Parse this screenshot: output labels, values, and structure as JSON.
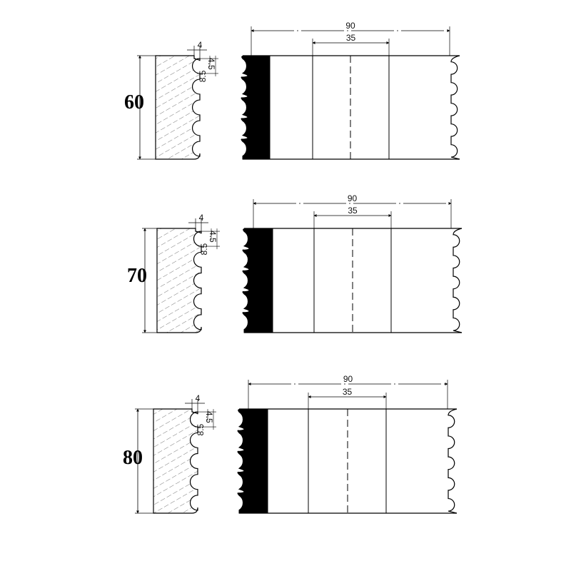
{
  "panels": [
    {
      "height_label": "60",
      "width_dim": "90",
      "center_dim": "35",
      "step_dim": "4",
      "r1_dim": "4.5",
      "r2_dim": "8.5"
    },
    {
      "height_label": "70",
      "width_dim": "90",
      "center_dim": "35",
      "step_dim": "4",
      "r1_dim": "4.5",
      "r2_dim": "8.5"
    },
    {
      "height_label": "80",
      "width_dim": "90",
      "center_dim": "35",
      "step_dim": "4",
      "r1_dim": "4.5",
      "r2_dim": "8.5"
    }
  ],
  "colors": {
    "line": "#000000",
    "hatch": "#555555",
    "fill": "#000000"
  }
}
